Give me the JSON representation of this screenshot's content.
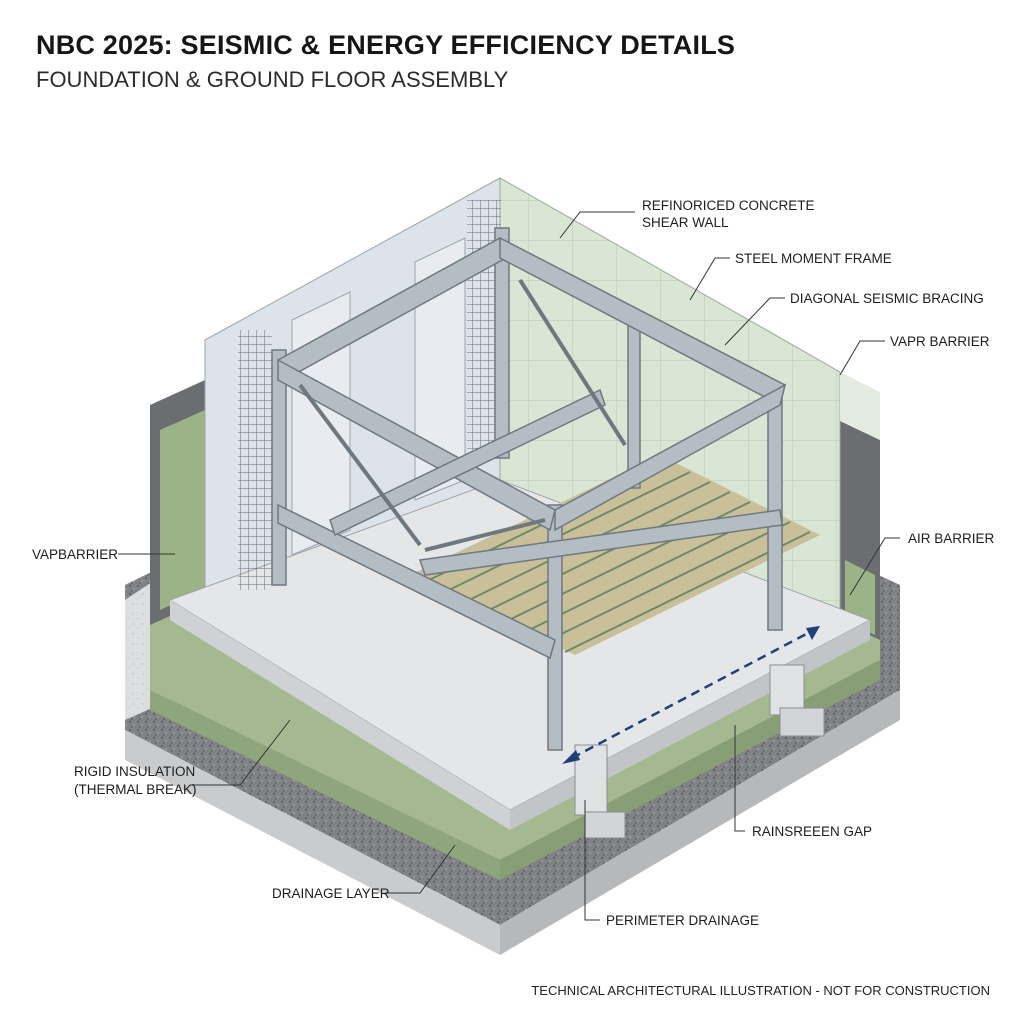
{
  "header": {
    "title": "NBC 2025: SEISMIC & ENERGY EFFICIENCY DETAILS",
    "subtitle": "FOUNDATION & GROUND FLOOR ASSEMBLY"
  },
  "labels": {
    "shear_wall_1": "REFINORICED CONCRETE",
    "shear_wall_2": "SHEAR WALL",
    "moment_frame": "STEEL MOMENT FRAME",
    "bracing": "DIAGONAL SEISMIC BRACING",
    "vapor_right": "VAPR BARRIER",
    "vapor_left": "VAPBARRIER",
    "air_barrier": "AIR BARRIER",
    "rigid_1": "RIGID INSULATION",
    "rigid_2": "(THERMAL BREAK)",
    "rainscreen": "RAINSREEEN GAP",
    "drainage_layer": "DRAINAGE LAYER",
    "perimeter": "PERIMETER DRAINAGE"
  },
  "footer": "TECHNICAL ARCHITECTURAL ILLUSTRATION - NOT FOR CONSTRUCTION",
  "colors": {
    "concrete": "#e6e8ea",
    "wall": "#dde3ea",
    "glass_wall": "#d7e5d2",
    "steel": "#aeb6be",
    "insulation": "#9fb48a",
    "gravel": "#77797b",
    "deck": "#c9c09a",
    "arrow": "#1e3f7a"
  }
}
